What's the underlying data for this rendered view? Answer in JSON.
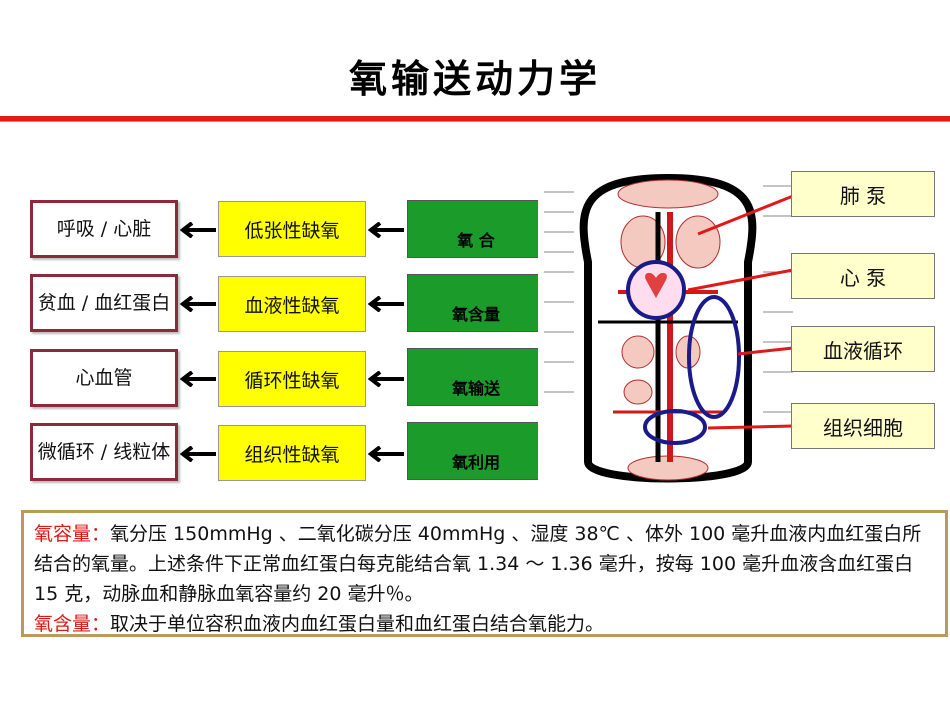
{
  "title": "氧输送动力学",
  "rows": [
    {
      "cause": "呼吸 / 心脏",
      "hypoxia": "低张性缺氧",
      "factor": "氧  合"
    },
    {
      "cause": "贫血 / 血红蛋白",
      "hypoxia": "血液性缺氧",
      "factor": "氧含量"
    },
    {
      "cause": "心血管",
      "hypoxia": "循环性缺氧",
      "factor": "氧输送"
    },
    {
      "cause": "微循环 / 线粒体",
      "hypoxia": "组织性缺氧",
      "factor": "氧利用"
    }
  ],
  "right_labels": [
    "肺    泵",
    "心    泵",
    "血液循环",
    "组织细胞"
  ],
  "diagram": {
    "icon": "circulation-anatomy-diagram"
  },
  "notes": {
    "label1": "氧容量：",
    "text1": "氧分压 150mmHg 、二氧化碳分压 40mmHg 、湿度 38℃ 、体外 100 毫升血液内血红蛋白所结合的氧量。上述条件下正常血红蛋白每克能结合氧 1.34 ～ 1.36 毫升，按每 100 毫升血液含血红蛋白 15 克，动脉血和静脉血氧容量约 20 毫升％。",
    "label2": "氧含量：",
    "text2": "取决于单位容积血液内血红蛋白量和血红蛋白结合氧能力。"
  },
  "colors": {
    "accent_red": "#e41a1a",
    "yellow": "#ffff00",
    "green": "#1a9b2a",
    "note_border": "#b89a5a",
    "cause_border": "#8b2a3a"
  }
}
